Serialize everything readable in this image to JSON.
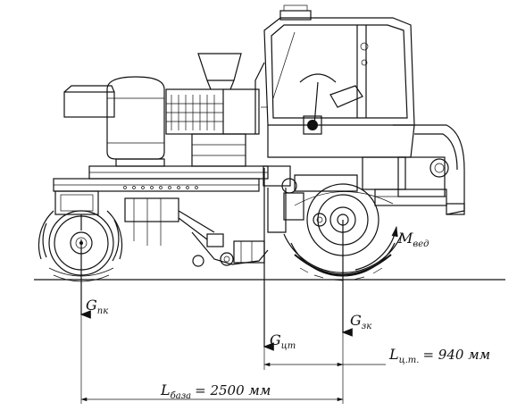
{
  "forces": {
    "g_front": {
      "main": "G",
      "sub": "пк"
    },
    "g_center": {
      "main": "G",
      "sub": "цт"
    },
    "g_rear": {
      "main": "G",
      "sub": "зк"
    },
    "moment": {
      "main": "M",
      "sub": "вед"
    }
  },
  "dimensions": {
    "l_cg": {
      "main": "L",
      "sub": "ц.т.",
      "value": "= 940 мм"
    },
    "l_base": {
      "main": "L",
      "sub": "база",
      "value": "= 2500 мм"
    }
  }
}
